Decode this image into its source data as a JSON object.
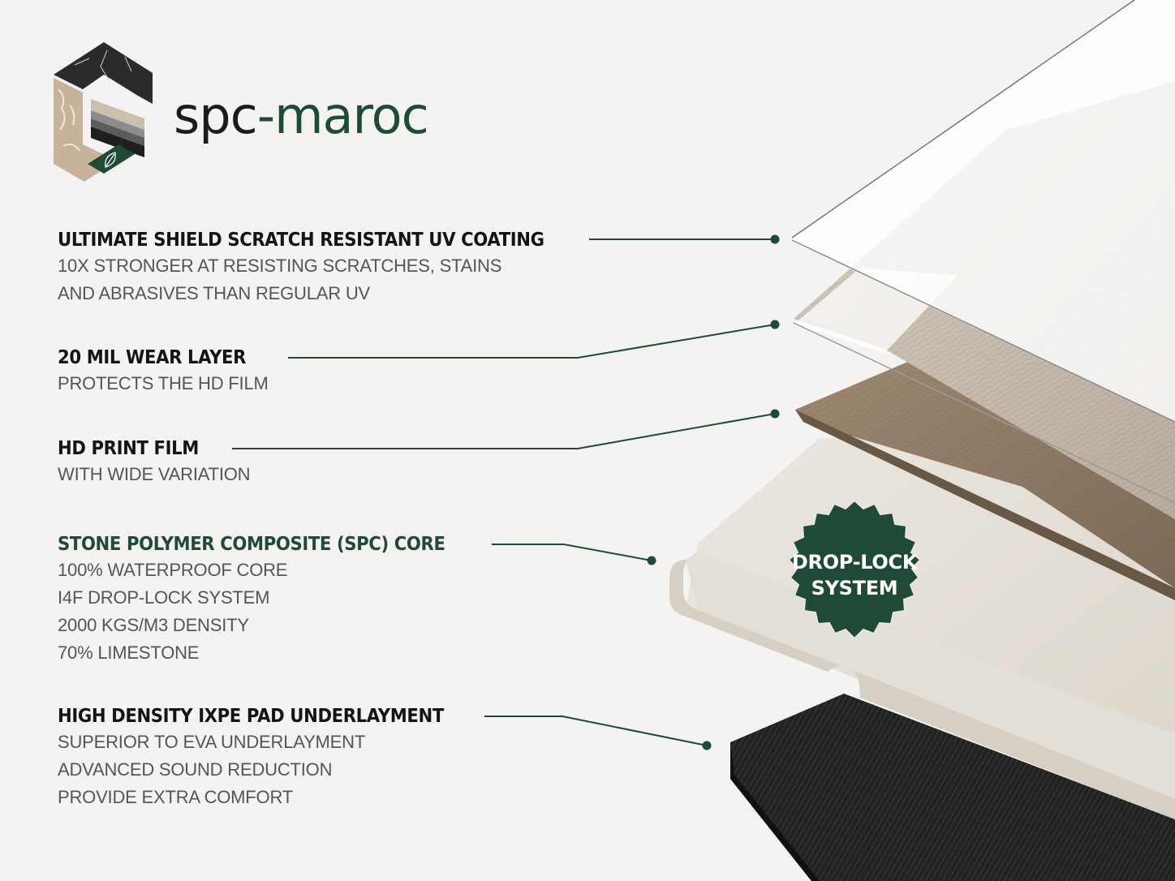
{
  "brand": {
    "name_part1": "spc",
    "name_part2": "-maroc",
    "logo_icon": "layered-floor-hexagon-logo",
    "leaf_icon": "leaf-icon",
    "colors": {
      "dark": "#1c1c1c",
      "green": "#1f4a36",
      "background": "#f4f3f1"
    }
  },
  "layers": [
    {
      "title": "ULTIMATE SHIELD SCRATCH RESISTANT UV COATING",
      "lines": [
        "10X STRONGER AT RESISTING SCRATCHES, STAINS",
        "AND ABRASIVES THAN REGULAR UV"
      ]
    },
    {
      "title": "20 MIL WEAR LAYER",
      "lines": [
        "PROTECTS THE HD FILM"
      ]
    },
    {
      "title": "HD PRINT FILM",
      "lines": [
        "WITH WIDE VARIATION"
      ]
    },
    {
      "title": "STONE POLYMER COMPOSITE (SPC) CORE",
      "lines": [
        "100% WATERPROOF CORE",
        "I4F DROP-LOCK SYSTEM",
        "2000 KGS/M3 DENSITY",
        "70% LIMESTONE"
      ]
    },
    {
      "title": "HIGH DENSITY IXPE PAD UNDERLAYMENT",
      "lines": [
        "SUPERIOR TO EVA UNDERLAYMENT",
        "ADVANCED SOUND REDUCTION",
        "PROVIDE EXTRA COMFORT"
      ]
    }
  ],
  "badge": {
    "line1": "DROP-LOCK",
    "line2": "SYSTEM",
    "color": "#1f4a36"
  }
}
